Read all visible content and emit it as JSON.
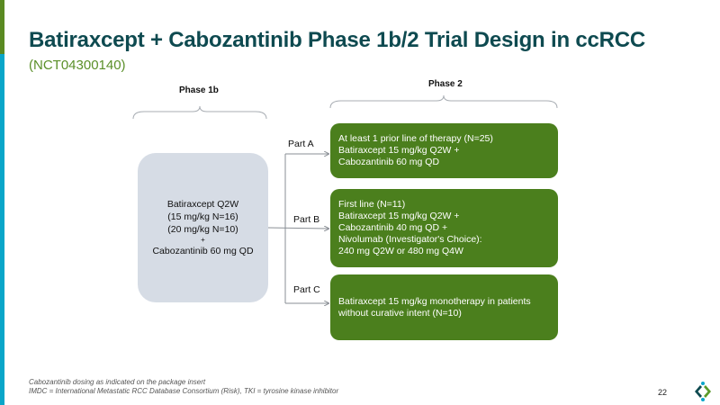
{
  "slide": {
    "title": "Batiraxcept + Cabozantinib Phase 1b/2 Trial Design in ccRCC",
    "subtitle": "(NCT04300140)",
    "page_number": "22"
  },
  "diagram": {
    "phase1_label": "Phase 1b",
    "phase2_label": "Phase 2",
    "phase1_box": {
      "lines": [
        "Batiraxcept Q2W",
        "(15 mg/kg N=16)",
        "(20 mg/kg N=10)",
        "+",
        "Cabozantinib 60 mg QD"
      ]
    },
    "parts": [
      {
        "label": "Part A",
        "lines": [
          "At least 1 prior line of therapy (N=25)",
          "Batiraxcept 15 mg/kg Q2W +",
          "Cabozantinib 60 mg QD"
        ]
      },
      {
        "label": "Part B",
        "lines": [
          "First line (N=11)",
          "Batiraxcept 15 mg/kg Q2W +",
          "Cabozantinib 40 mg QD +",
          "Nivolumab (Investigator's Choice):",
          "240 mg Q2W or 480 mg Q4W"
        ]
      },
      {
        "label": "Part C",
        "lines": [
          "Batiraxcept 15 mg/kg monotherapy in patients",
          "without curative intent (N=10)"
        ]
      }
    ],
    "colors": {
      "phase1_box": "#d6dce5",
      "phase2_box": "#4b7f1d",
      "title": "#0e4a50",
      "subtitle": "#5a8f29"
    }
  },
  "footnotes": [
    "Cabozantinib dosing as indicated on the package insert",
    "IMDC = International Metastatic RCC Database Consortium (Risk), TKI = tyrosine kinase inhibitor"
  ]
}
